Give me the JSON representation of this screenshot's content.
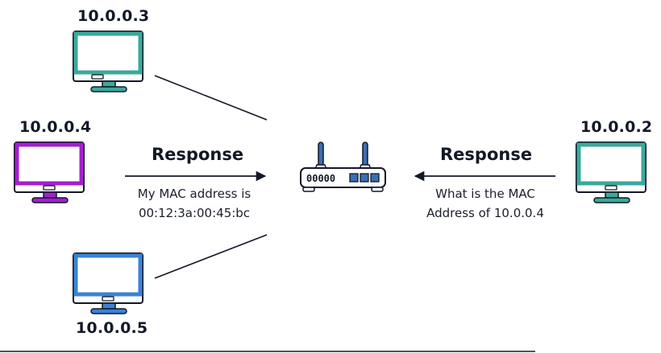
{
  "hosts": [
    {
      "ip": "10.0.0.3",
      "color": "#3aa99c"
    },
    {
      "ip": "10.0.0.4",
      "color": "#a51ed1"
    },
    {
      "ip": "10.0.0.5",
      "color": "#3b82d6"
    },
    {
      "ip": "10.0.0.2",
      "color": "#3aa99c"
    }
  ],
  "router": {
    "display": "00000"
  },
  "left_message": {
    "title": "Response",
    "line1": "My MAC address is",
    "line2": "00:12:3a:00:45:bc"
  },
  "right_message": {
    "title": "Response",
    "line1": "What is the MAC",
    "line2": "Address of 10.0.0.4"
  },
  "colors": {
    "stroke": "#121826",
    "antenna": "#3b6fb3",
    "router_port": "#3b6fb3"
  }
}
